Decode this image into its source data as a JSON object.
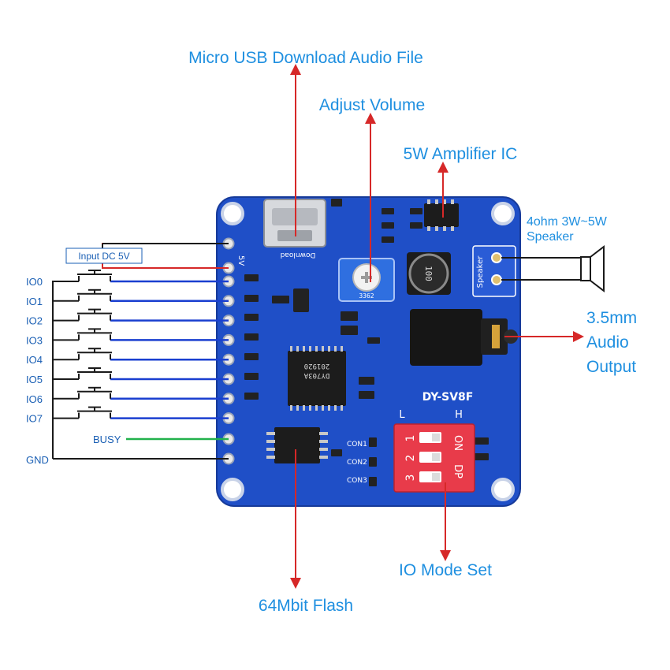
{
  "callouts": {
    "usb": "Micro USB Download Audio File",
    "volume": "Adjust Volume",
    "amplifier": "5W Amplifier  IC",
    "speaker_line1": "4ohm 3W~5W",
    "speaker_line2": "Speaker",
    "audio_line1": "3.5mm",
    "audio_line2": "Audio",
    "audio_line3": "Output",
    "io_mode": "IO Mode Set",
    "flash": "64Mbit Flash",
    "input_dc": "Input DC 5V"
  },
  "pins": {
    "io": [
      "IO0",
      "IO1",
      "IO2",
      "IO3",
      "IO4",
      "IO5",
      "IO6",
      "IO7"
    ],
    "busy": "BUSY",
    "gnd": "GND"
  },
  "board": {
    "model": "DY-SV8F",
    "low_label": "L",
    "high_label": "H",
    "con_labels": [
      "CON1",
      "CON2",
      "CON3"
    ],
    "dip_on": "ON",
    "dip_dp": "DP",
    "dip_numbers": [
      "1",
      "2",
      "3"
    ],
    "speaker_silk": "Speaker",
    "download_silk": "Download",
    "vcc_silk": "5V",
    "chip_main_1": "DY703A",
    "chip_main_2": "201920",
    "pot_code": "3362",
    "cap_value": "100"
  },
  "colors": {
    "board": "#1f4fc7",
    "callout_text": "#1e8fe0",
    "arrow": "#d62828",
    "io_wire": "#1a3fd0",
    "busy_wire": "#22b14c",
    "dip_switch": "#e83b4a"
  }
}
